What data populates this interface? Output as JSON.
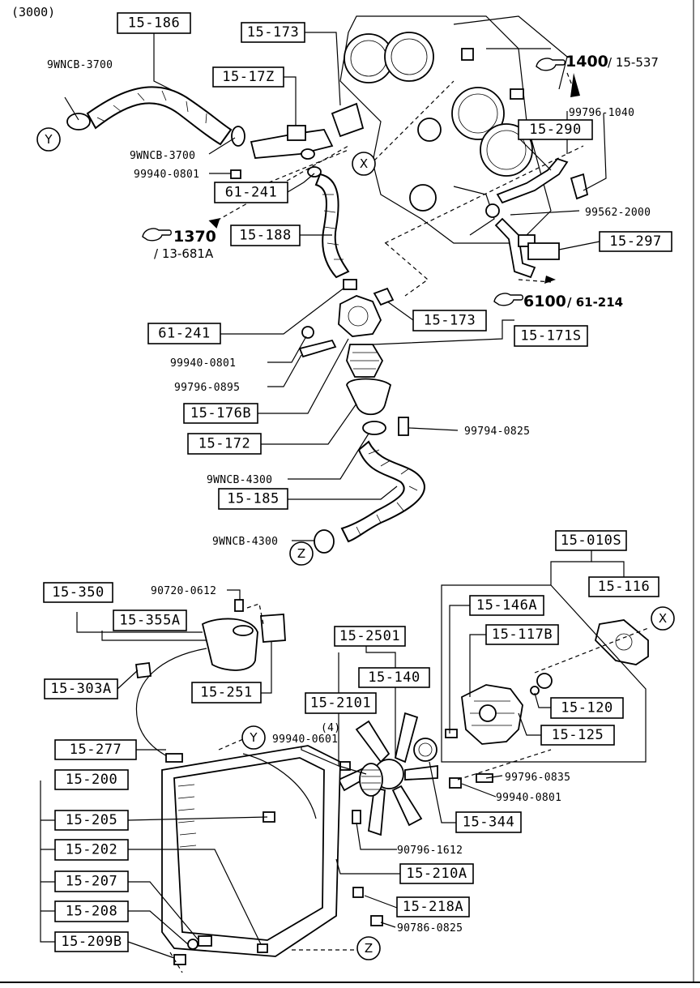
{
  "header": {
    "variant": "(3000)"
  },
  "part_boxes": {
    "p15_186": "15-186",
    "p15_173_top": "15-173",
    "p15_17z": "15-17Z",
    "p61_241_top": "61-241",
    "p15_188": "15-188",
    "p15_290": "15-290",
    "p15_297": "15-297",
    "p15_173_mid": "15-173",
    "p15_171s": "15-171S",
    "p61_241_mid": "61-241",
    "p15_176b": "15-176B",
    "p15_172": "15-172",
    "p15_185": "15-185",
    "p15_010s": "15-010S",
    "p15_116": "15-116",
    "p15_146a": "15-146A",
    "p15_117b": "15-117B",
    "p15_120": "15-120",
    "p15_125": "15-125",
    "p15_350": "15-350",
    "p15_355a": "15-355A",
    "p15_303a": "15-303A",
    "p15_251": "15-251",
    "p15_2501": "15-2501",
    "p15_140": "15-140",
    "p15_2101": "15-2101",
    "p15_277": "15-277",
    "p15_200": "15-200",
    "p15_205": "15-205",
    "p15_202": "15-202",
    "p15_207": "15-207",
    "p15_208": "15-208",
    "p15_209b": "15-209B",
    "p15_344": "15-344",
    "p15_210a": "15-210A",
    "p15_218a": "15-218A"
  },
  "part_numbers": {
    "n9wncb_3700_a": "9WNCB-3700",
    "n9wncb_3700_b": "9WNCB-3700",
    "n99940_0801_a": "99940-0801",
    "n99796_1040": "99796-1040",
    "n99562_2000": "99562-2000",
    "n99940_0801_b": "99940-0801",
    "n99796_0895": "99796-0895",
    "n99794_0825": "99794-0825",
    "n9wncb_4300_a": "9WNCB-4300",
    "n9wncb_4300_b": "9WNCB-4300",
    "n90720_0612": "90720-0612",
    "qty_4": "(4)",
    "n99940_0601": "99940-0601",
    "n99796_0835": "99796-0835",
    "n99940_0801_c": "99940-0801",
    "n90796_1612": "90796-1612",
    "n90786_0825": "90786-0825"
  },
  "references": {
    "r1400": {
      "main": "1400",
      "sub": "/ 15-537"
    },
    "r1370": {
      "main": "1370",
      "sub": "/ 13-681A"
    },
    "r6100": {
      "main": "6100",
      "sub": "/ 61-214"
    }
  },
  "markers": {
    "x": "X",
    "y": "Y",
    "z": "Z"
  }
}
